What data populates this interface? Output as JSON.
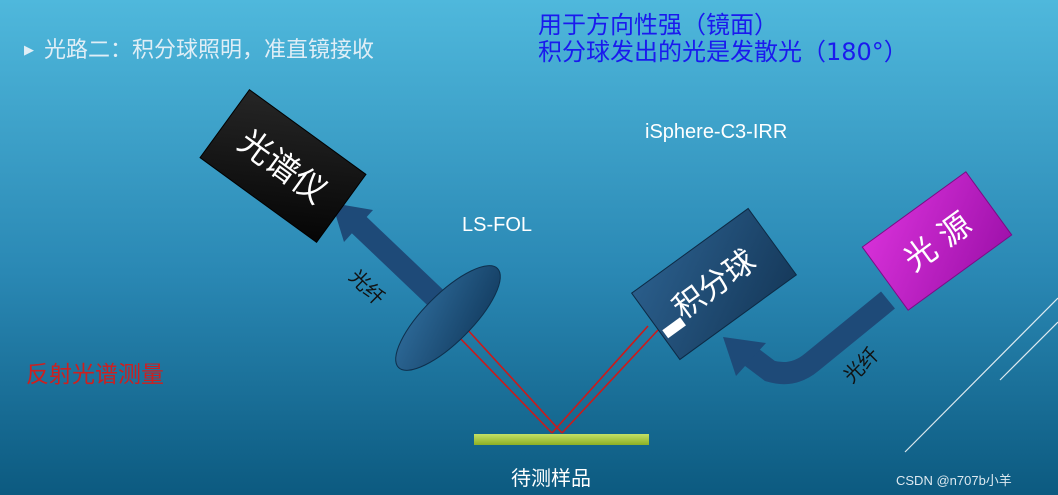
{
  "slide": {
    "bullet_text": "光路二：积分球照明，准直镜接收",
    "note_line1": "用于方向性强（镜面）",
    "note_line2": "积分球发出的光是发散光（180°）",
    "isphere_label": "iSphere-C3-IRR",
    "lsfol_label": "LS-FOL",
    "method_label": "反射光谱测量",
    "sample_label": "待测样品",
    "watermark": "CSDN @n707b小羊"
  },
  "diagram": {
    "spectrometer_label": "光谱仪",
    "sphere_label": "积分球",
    "source_label": "光 源",
    "fiber_left_label": "光纤",
    "fiber_right_label": "光纤"
  },
  "colors": {
    "background_top": "#4fb8dc",
    "background_bottom": "#0c5a80",
    "spectrometer": "#111111",
    "sphere": "#1e4a72",
    "source": "#cc1fd0",
    "fiber": "#1e4a78",
    "beam": "#cc1a1a",
    "sample": "#a4c93a",
    "note_text": "#1a1aee",
    "method_text": "#cc2020"
  }
}
